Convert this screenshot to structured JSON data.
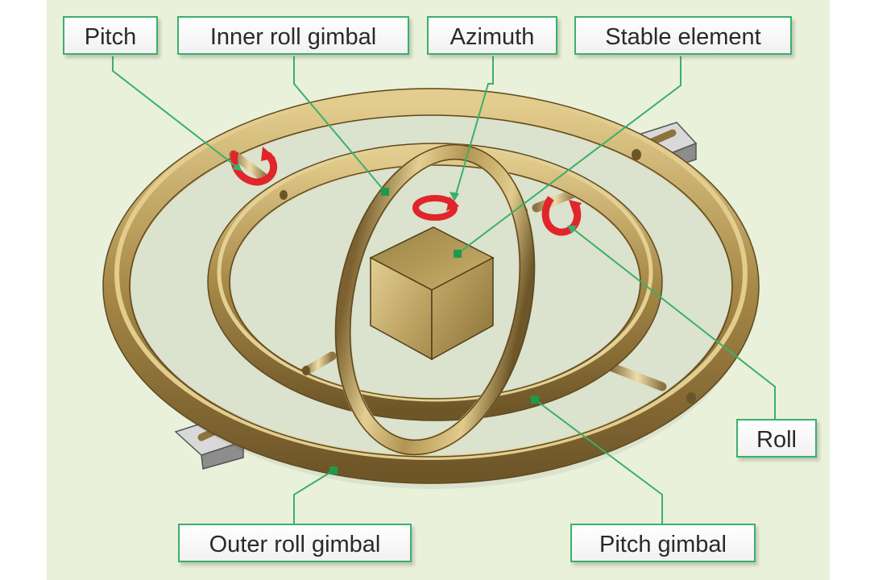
{
  "labels": {
    "pitch": "Pitch",
    "inner_roll_gimbal": "Inner roll gimbal",
    "azimuth": "Azimuth",
    "stable_element": "Stable element",
    "roll": "Roll",
    "outer_roll_gimbal": "Outer roll gimbal",
    "pitch_gimbal": "Pitch gimbal"
  },
  "colors": {
    "background": "#e9f1da",
    "leader_line": "#3ab06a",
    "label_border": "#3ab06a",
    "gimbal_brass": "#b79a55",
    "rotation_arrow": "#e0252b"
  }
}
